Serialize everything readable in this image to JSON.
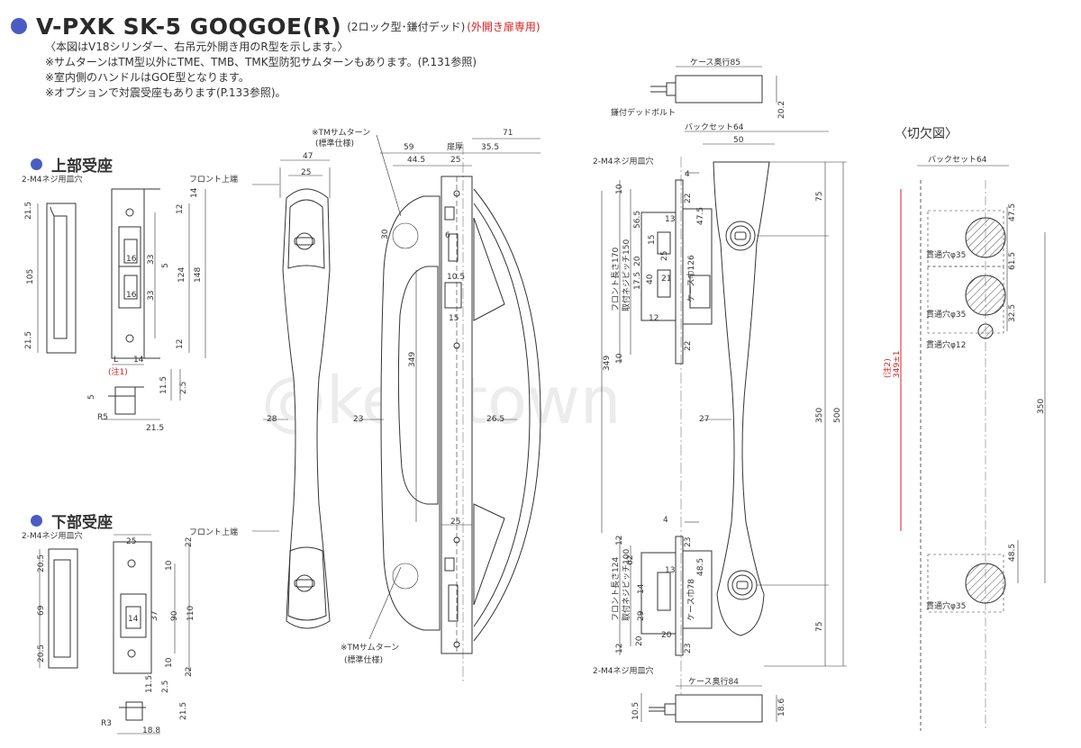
{
  "header": {
    "title": "V-PXK SK-5 GOQGOE(R)",
    "subtitle": "(2ロック型･鎌付デッド)",
    "subtitle_red": "(外開き扉専用)"
  },
  "notes": [
    "〈本図はV18シリンダー、右吊元外開き用のR型を示します。〉",
    "※サムターンはTM型以外にTME、TMB、TMK型防犯サムターンもあります。(P.131参照)",
    "※室内側のハンドルはGOE型となります。",
    "※オプションで対震受座もあります(P.133参照)。"
  ],
  "sections": {
    "upper_strike": "上部受座",
    "lower_strike": "下部受座",
    "cutaway": "〈切欠図〉"
  },
  "labels": {
    "m4_hole": "2-M4ネジ用皿穴",
    "front_top": "フロント上端",
    "tm_thumbturn": "※TMサムターン",
    "std_spec": "(標準仕様)",
    "door_thickness": "扉厚",
    "case_depth_85": "ケース奥行85",
    "case_depth_84": "ケース奥行84",
    "hook_deadbolt": "鎌付デッドボルト",
    "backset_64": "バックセット64",
    "front_len_170": "フロント長さ170",
    "mount_pitch_150": "取付ネジピッチ150",
    "case_width_126": "ケース巾126",
    "front_len_124": "フロント長さ124",
    "mount_pitch_100": "取付ネジピッチ100",
    "case_width_78": "ケース巾78",
    "through_hole_35": "貫通穴φ35",
    "through_hole_12": "貫通穴φ12",
    "note1": "(注1)",
    "note2": "(注2)",
    "len_349": "349±1",
    "L": "L"
  },
  "dims": {
    "d14": "14",
    "d12": "12",
    "d21_5": "21.5",
    "d105": "105",
    "d148": "148",
    "d124": "124",
    "d16": "16",
    "d33": "33",
    "d5": "5",
    "d11_5": "11.5",
    "d2_5": "2.5",
    "d R5": "R5",
    "d25": "25",
    "d22": "22",
    "d110": "110",
    "d20_5": "20.5",
    "d69": "69",
    "d37": "37",
    "d90": "90",
    "d10": "10",
    "dR3": "R3",
    "d18_8": "18.8",
    "d47": "47",
    "d28": "28",
    "d59": "59",
    "d44_5": "44.5",
    "d35_5": "35.5",
    "d71": "71",
    "d30": "30",
    "d6": "6",
    "d10_5": "10.5",
    "d15": "15",
    "d23": "23",
    "d26_5": "26.5",
    "d349": "349",
    "d85": "85",
    "d20_2": "20.2",
    "d50": "50",
    "d4": "4",
    "d56_5": "56.5",
    "d13": "13",
    "d47_5": "47.5",
    "d25b": "25",
    "d20": "20",
    "d17_5": "17.5",
    "d40": "40",
    "d21": "21",
    "d27": "27",
    "d350": "350",
    "d500": "500",
    "d75": "75",
    "d62": "62",
    "d29": "29",
    "d48_5": "48.5",
    "d18_6": "18.6",
    "d61_5": "61.5",
    "d32_5": "32.5"
  },
  "watermark": "@key-town"
}
